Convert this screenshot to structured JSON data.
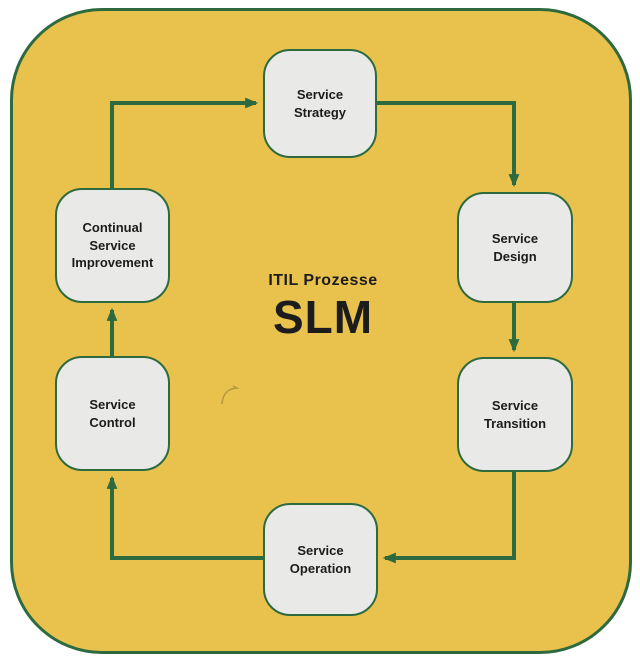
{
  "diagram": {
    "center": {
      "subtitle": "ITIL Prozesse",
      "title": "SLM"
    },
    "nodes": [
      {
        "id": "service-strategy",
        "label": "Service Strategy"
      },
      {
        "id": "service-design",
        "label": "Service Design"
      },
      {
        "id": "service-transition",
        "label": "Service Transition"
      },
      {
        "id": "service-operation",
        "label": "Service Operation"
      },
      {
        "id": "service-control",
        "label": "Service Control"
      },
      {
        "id": "continual-service-improvement",
        "label": "Continual Service Improvement"
      }
    ],
    "edges": [
      {
        "from": "continual-service-improvement",
        "to": "service-strategy"
      },
      {
        "from": "service-strategy",
        "to": "service-design"
      },
      {
        "from": "service-design",
        "to": "service-transition"
      },
      {
        "from": "service-transition",
        "to": "service-operation"
      },
      {
        "from": "service-operation",
        "to": "service-control"
      },
      {
        "from": "service-control",
        "to": "continual-service-improvement"
      }
    ]
  },
  "colors": {
    "bg-yellow": "#e8c24c",
    "line-green": "#2e6a40",
    "node-fill": "#e9e9e7",
    "text-dark": "#1c1c1c",
    "page-bg": "#ffffff"
  }
}
